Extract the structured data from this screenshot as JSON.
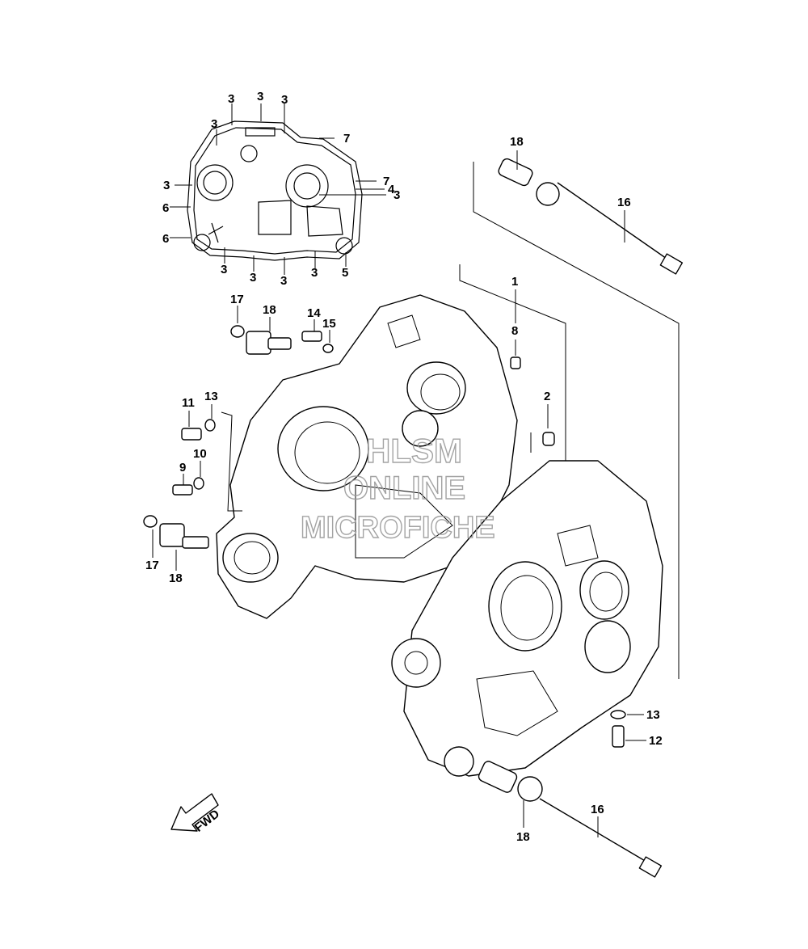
{
  "watermark": {
    "line1": "HLSM",
    "line2": "ONLINE",
    "line3": "MICROFICHE"
  },
  "fwd_arrow": {
    "label": "FWD"
  },
  "callouts": [
    {
      "id": "c-3a",
      "label": "3"
    },
    {
      "id": "c-3b",
      "label": "3"
    },
    {
      "id": "c-3c",
      "label": "3"
    },
    {
      "id": "c-3d",
      "label": "3"
    },
    {
      "id": "c-3e",
      "label": "3"
    },
    {
      "id": "c-3f",
      "label": "3"
    },
    {
      "id": "c-3g",
      "label": "3"
    },
    {
      "id": "c-3h",
      "label": "3"
    },
    {
      "id": "c-3i",
      "label": "3"
    },
    {
      "id": "c-3j",
      "label": "3"
    },
    {
      "id": "c-7a",
      "label": "7"
    },
    {
      "id": "c-7b",
      "label": "7"
    },
    {
      "id": "c-4",
      "label": "4"
    },
    {
      "id": "c-5",
      "label": "5"
    },
    {
      "id": "c-6a",
      "label": "6"
    },
    {
      "id": "c-6b",
      "label": "6"
    },
    {
      "id": "c-18a",
      "label": "18"
    },
    {
      "id": "c-16a",
      "label": "16"
    },
    {
      "id": "c-1",
      "label": "1"
    },
    {
      "id": "c-8",
      "label": "8"
    },
    {
      "id": "c-2",
      "label": "2"
    },
    {
      "id": "c-17a",
      "label": "17"
    },
    {
      "id": "c-18b",
      "label": "18"
    },
    {
      "id": "c-14",
      "label": "14"
    },
    {
      "id": "c-15",
      "label": "15"
    },
    {
      "id": "c-11",
      "label": "11"
    },
    {
      "id": "c-13a",
      "label": "13"
    },
    {
      "id": "c-10",
      "label": "10"
    },
    {
      "id": "c-9",
      "label": "9"
    },
    {
      "id": "c-17b",
      "label": "17"
    },
    {
      "id": "c-18c",
      "label": "18"
    },
    {
      "id": "c-13b",
      "label": "13"
    },
    {
      "id": "c-12",
      "label": "12"
    },
    {
      "id": "c-16b",
      "label": "16"
    },
    {
      "id": "c-18d",
      "label": "18"
    }
  ]
}
